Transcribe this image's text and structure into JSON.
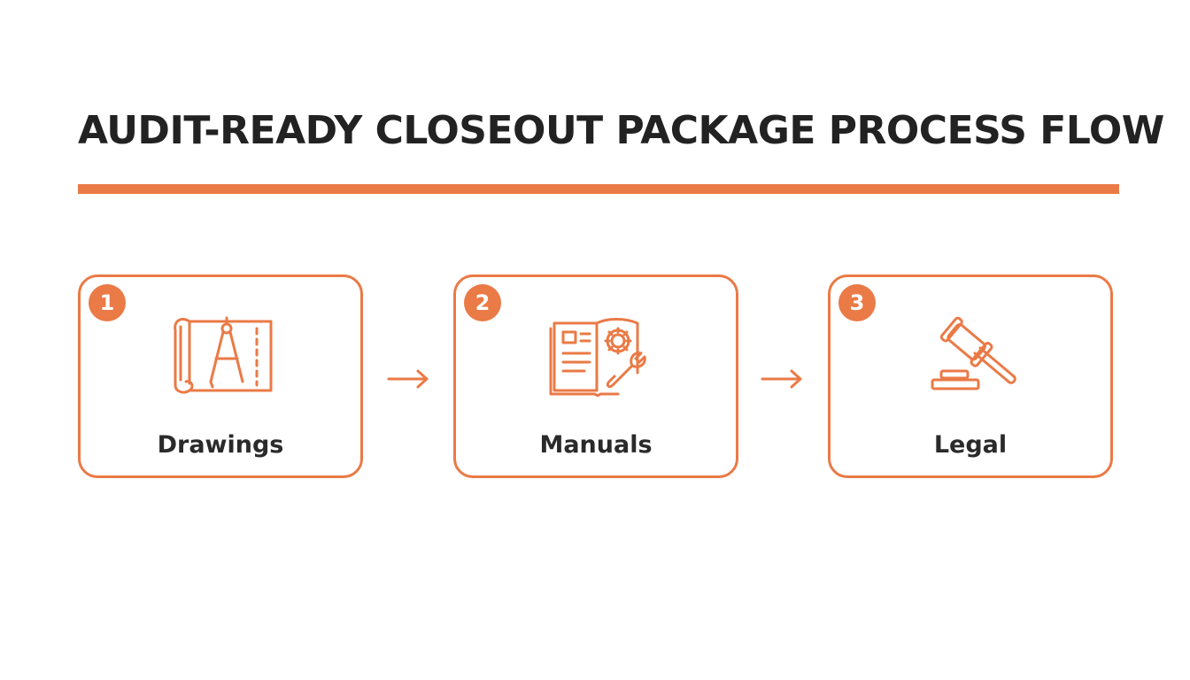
{
  "diagram": {
    "title": "AUDIT-READY CLOSEOUT PACKAGE PROCESS FLOW",
    "accent_color": "#ea7a46",
    "steps": [
      {
        "number": "1",
        "label": "Drawings",
        "icon": "blueprint-compass-icon"
      },
      {
        "number": "2",
        "label": "Manuals",
        "icon": "manual-gear-wrench-icon"
      },
      {
        "number": "3",
        "label": "Legal",
        "icon": "gavel-icon"
      }
    ],
    "connectors": [
      {
        "from": "1",
        "to": "2",
        "icon": "arrow-right-icon"
      },
      {
        "from": "2",
        "to": "3",
        "icon": "arrow-right-icon"
      }
    ]
  }
}
